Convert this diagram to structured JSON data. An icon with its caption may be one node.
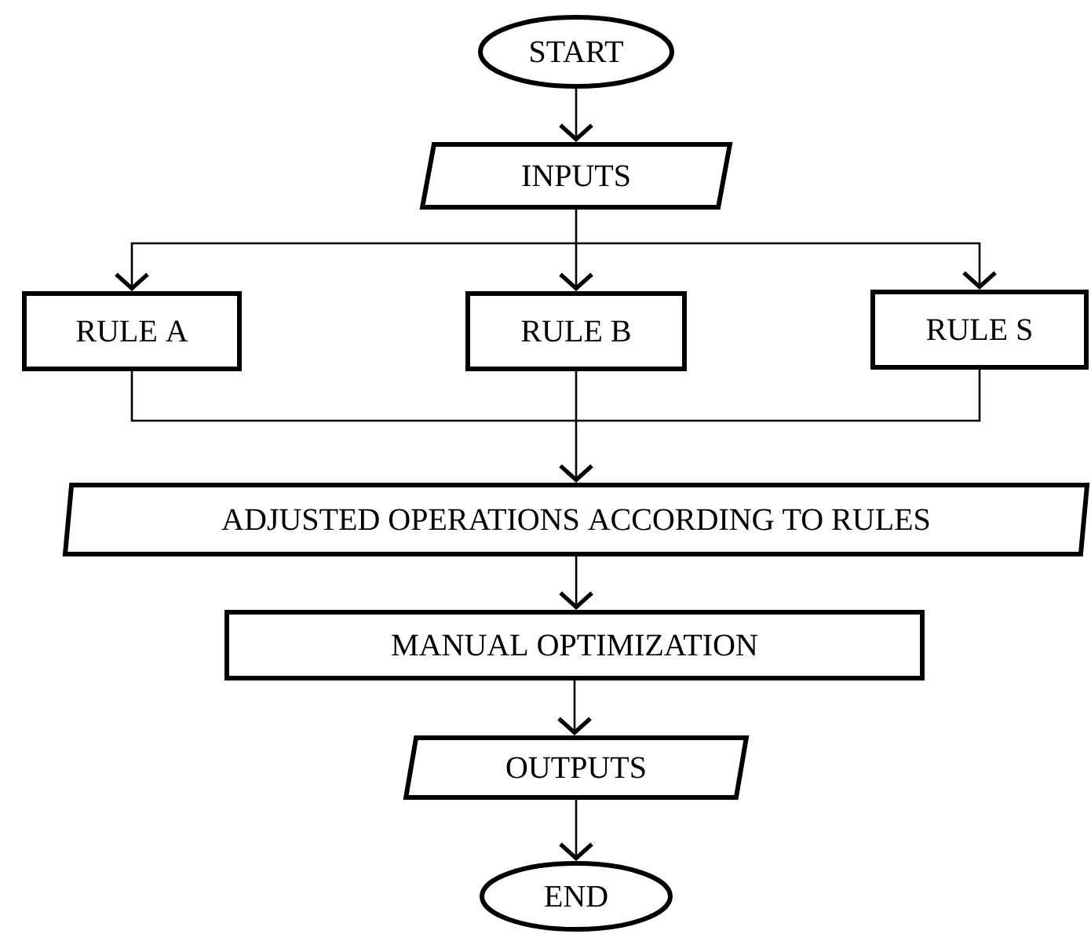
{
  "diagram": {
    "nodes": [
      {
        "text": [
          "START"
        ]
      },
      {
        "text": [
          "INPUTS"
        ]
      },
      {
        "text": [
          "RULE A"
        ]
      },
      {
        "text": [
          "RULE B"
        ]
      },
      {
        "text": [
          "RULE S"
        ]
      },
      {
        "text": [
          "ADJUSTED OPERATIONS ACCORDING TO RULES"
        ]
      },
      {
        "text": [
          "MANUAL OPTIMIZATION"
        ]
      },
      {
        "text": [
          "OUTPUTS"
        ]
      },
      {
        "text": [
          "END"
        ]
      }
    ],
    "edges": [
      {
        "from": 0,
        "to": 1,
        "arrow": "to"
      },
      {
        "from": 1,
        "to": 2,
        "arrow": "to"
      },
      {
        "from": 1,
        "to": 3,
        "arrow": "to"
      },
      {
        "from": 1,
        "to": 4,
        "arrow": "to"
      },
      {
        "from": 2,
        "to": 5,
        "arrow": "to"
      },
      {
        "from": 3,
        "to": 5,
        "arrow": "to"
      },
      {
        "from": 4,
        "to": 5,
        "arrow": "to"
      },
      {
        "from": 5,
        "to": 6,
        "arrow": "to"
      },
      {
        "from": 6,
        "to": 7,
        "arrow": "to"
      },
      {
        "from": 7,
        "to": 8,
        "arrow": "to"
      }
    ]
  }
}
